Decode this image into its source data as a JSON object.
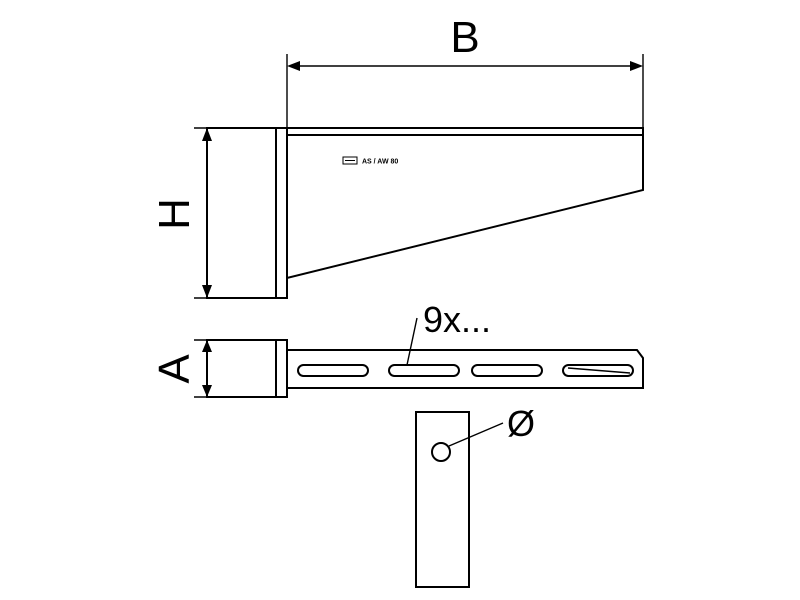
{
  "diagram": {
    "dimension_b": "B",
    "dimension_h": "H",
    "dimension_a": "A",
    "slot_count_label": "9x...",
    "hole_diameter_label": "Ø",
    "part_marking": "AS / AW 80"
  }
}
